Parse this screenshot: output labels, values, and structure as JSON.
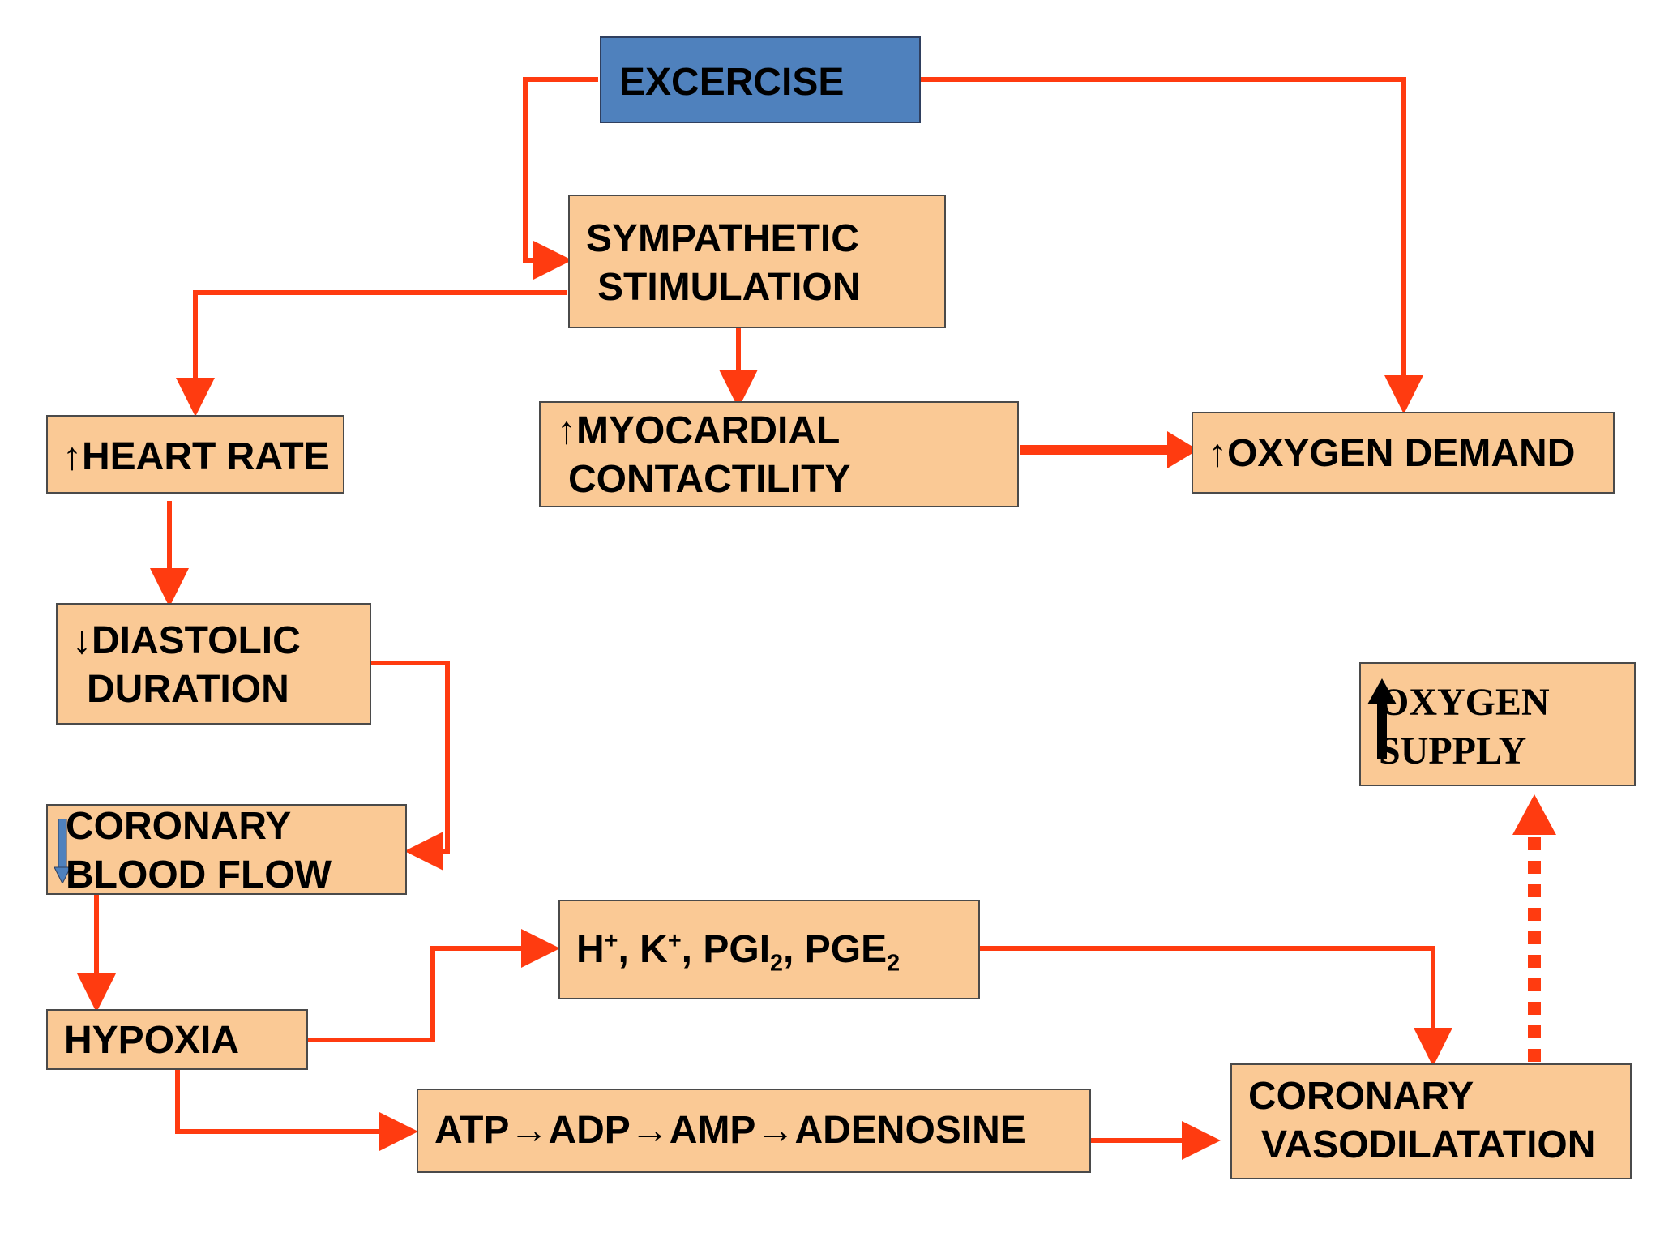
{
  "nodes": {
    "exercise": {
      "line1": "EXCERCISE"
    },
    "sympathetic": {
      "line1": "SYMPATHETIC",
      "line2": "STIMULATION"
    },
    "heart_rate": {
      "line1": "↑HEART RATE"
    },
    "myocardial": {
      "line1": "↑MYOCARDIAL",
      "line2": "CONTACTILITY"
    },
    "oxygen_demand": {
      "line1": "↑OXYGEN DEMAND"
    },
    "diastolic": {
      "line1": "↓DIASTOLIC",
      "line2": "DURATION"
    },
    "coronary_flow": {
      "line1": "CORONARY",
      "line2": "BLOOD FLOW"
    },
    "hypoxia": {
      "line1": "HYPOXIA"
    },
    "metabolites": {
      "h": "H",
      "h_sup": "+",
      "k": ", K",
      "k_sup": "+",
      "pgi": ", PGI",
      "pgi_sub": "2",
      "pge": ", PGE",
      "pge_sub": "2"
    },
    "atp_chain": {
      "line1": "ATP→ADP→AMP→ADENOSINE"
    },
    "vasodilatation": {
      "line1": "CORONARY",
      "line2": "VASODILATATION"
    },
    "oxygen_supply": {
      "line1": "OXYGEN",
      "line2": "SUPPLY"
    }
  },
  "colors": {
    "box_fill": "#fac995",
    "exercise_fill": "#4f81bd",
    "arrow": "#ff3b10",
    "down_arrow_blue": "#4f81bd"
  }
}
